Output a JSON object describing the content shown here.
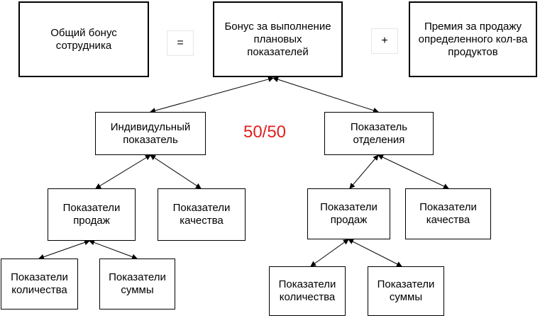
{
  "top": {
    "total_bonus": "Общий бонус\nсотрудника",
    "equals": "=",
    "plan_bonus": "Бонус за выполнение\nплановых\nпоказателей",
    "plus": "+",
    "sales_premium": "Премия за продажу\nопределенного кол-ва\nпродуктов"
  },
  "ratio": "50/50",
  "individual": {
    "title": "Индивидульный\nпоказатель",
    "sales": "Показатели\nпродаж",
    "quality": "Показатели\nкачества",
    "quantity": "Показатели\nколичества",
    "sums": "Показатели\nсуммы"
  },
  "department": {
    "title": "Показатель\nотделения",
    "sales": "Показатели\nпродаж",
    "quality": "Показатели\nкачества",
    "quantity": "Показатели\nколичества",
    "sums": "Показатели\nсуммы"
  },
  "colors": {
    "ratio": "#e02020",
    "line": "#000000"
  }
}
